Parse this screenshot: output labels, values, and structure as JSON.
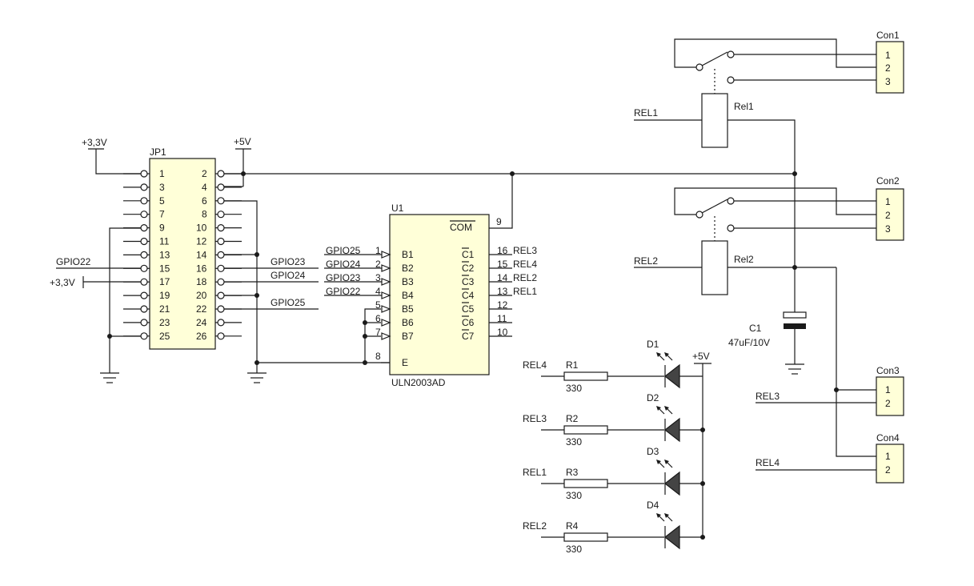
{
  "jp1": {
    "name": "JP1",
    "left_pins": [
      "1",
      "3",
      "5",
      "7",
      "9",
      "11",
      "13",
      "15",
      "17",
      "19",
      "21",
      "23",
      "25"
    ],
    "right_pins": [
      "2",
      "4",
      "6",
      "8",
      "10",
      "12",
      "14",
      "16",
      "18",
      "20",
      "22",
      "24",
      "26"
    ]
  },
  "power": {
    "v33": "+3,3V",
    "v5": "+5V"
  },
  "gpio": {
    "g22": "GPIO22",
    "g23": "GPIO23",
    "g24": "GPIO24",
    "g25": "GPIO25",
    "v33_side": "+3,3V"
  },
  "u1": {
    "name": "U1",
    "part": "ULN2003AD",
    "com": "COM",
    "com_pin": "9",
    "e_pin_label": "E",
    "e_pin": "8",
    "b_labels": [
      "B1",
      "B2",
      "B3",
      "B4",
      "B5",
      "B6",
      "B7"
    ],
    "b_pins": [
      "1",
      "2",
      "3",
      "4",
      "5",
      "6",
      "7"
    ],
    "b_nets": [
      "GPIO25",
      "GPIO24",
      "GPIO23",
      "GPIO22"
    ],
    "c_labels": [
      "C1",
      "C2",
      "C3",
      "C4",
      "C5",
      "C6",
      "C7"
    ],
    "c_pins": [
      "16",
      "15",
      "14",
      "13",
      "12",
      "11",
      "10"
    ],
    "c_nets": [
      "REL3",
      "REL4",
      "REL2",
      "REL1"
    ]
  },
  "relays": [
    {
      "name": "Rel1",
      "net": "REL1",
      "con": "Con1",
      "pins": [
        "1",
        "2",
        "3"
      ]
    },
    {
      "name": "Rel2",
      "net": "REL2",
      "con": "Con2",
      "pins": [
        "1",
        "2",
        "3"
      ]
    }
  ],
  "cap": {
    "name": "C1",
    "value": "47uF/10V"
  },
  "connectors": [
    {
      "name": "Con3",
      "net": "REL3",
      "pins": [
        "1",
        "2"
      ]
    },
    {
      "name": "Con4",
      "net": "REL4",
      "pins": [
        "1",
        "2"
      ]
    }
  ],
  "leds": {
    "supply": "+5V",
    "rows": [
      {
        "net": "REL4",
        "r": "R1",
        "d": "D1",
        "value": "330"
      },
      {
        "net": "REL3",
        "r": "R2",
        "d": "D2",
        "value": "330"
      },
      {
        "net": "REL1",
        "r": "R3",
        "d": "D3",
        "value": "330"
      },
      {
        "net": "REL2",
        "r": "R4",
        "d": "D4",
        "value": "330"
      }
    ]
  }
}
